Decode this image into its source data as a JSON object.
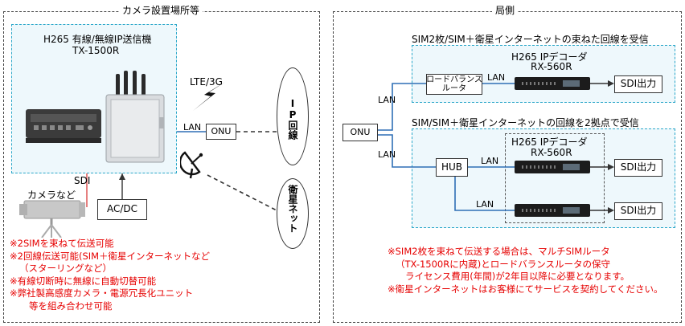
{
  "left_panel": {
    "title": "カメラ設置場所等",
    "device_name_line1": "H265 有線/無線IP送信機",
    "device_name_line2": "TX-1500R",
    "lte_label": "LTE/3G",
    "lan_label": "LAN",
    "onu_label": "ONU",
    "sdi_label": "SDI",
    "camera_label": "カメラなど",
    "acdc_label": "AC/DC",
    "notes": [
      "※2SIMを束ねて伝送可能",
      "※2回線伝送可能(SIM＋衛星インターネットなど",
      "（スターリングなど）",
      "※有線切断時に無線に自動切替可能",
      "※弊社製高感度カメラ・電源冗長化ユニット",
      "等を組み合わせ可能"
    ]
  },
  "network": {
    "ip_line_label": "IP回線",
    "satellite_label": "衛星ネット"
  },
  "right_panel": {
    "title": "局側",
    "onu_label": "ONU",
    "lan_upper": "LAN",
    "lan_lower": "LAN",
    "scenario1": {
      "caption": "SIM2枚/SIM＋衛星インターネットの束ねた回線を受信",
      "router_label": "ロードバランス\nルータ",
      "lan_label": "LAN",
      "decoder_line1": "H265 IPデコーダ",
      "decoder_line2": "RX-560R",
      "output_label": "SDI出力"
    },
    "scenario2": {
      "caption": "SIM/SIM＋衛星インターネットの回線を2拠点で受信",
      "hub_label": "HUB",
      "lan_upper": "LAN",
      "lan_lower": "LAN",
      "decoder_line1": "H265 IPデコーダ",
      "decoder_line2": "RX-560R",
      "output_upper": "SDI出力",
      "output_lower": "SDI出力"
    },
    "notes": [
      "※SIM2枚を束ねて伝送する場合は、マルチSIMルータ",
      "（TX-1500Rに内蔵)とロードバランスルータの保守",
      "ライセンス費用(年間)が2年目以降に必要となります。",
      "※衛星インターネットはお客様にてサービスを契約してください。"
    ]
  },
  "colors": {
    "accent_cyan": "#2aa7c9",
    "line_blue": "#2f6fb5",
    "note_red": "#e60000",
    "sdi_red": "#e06060"
  }
}
